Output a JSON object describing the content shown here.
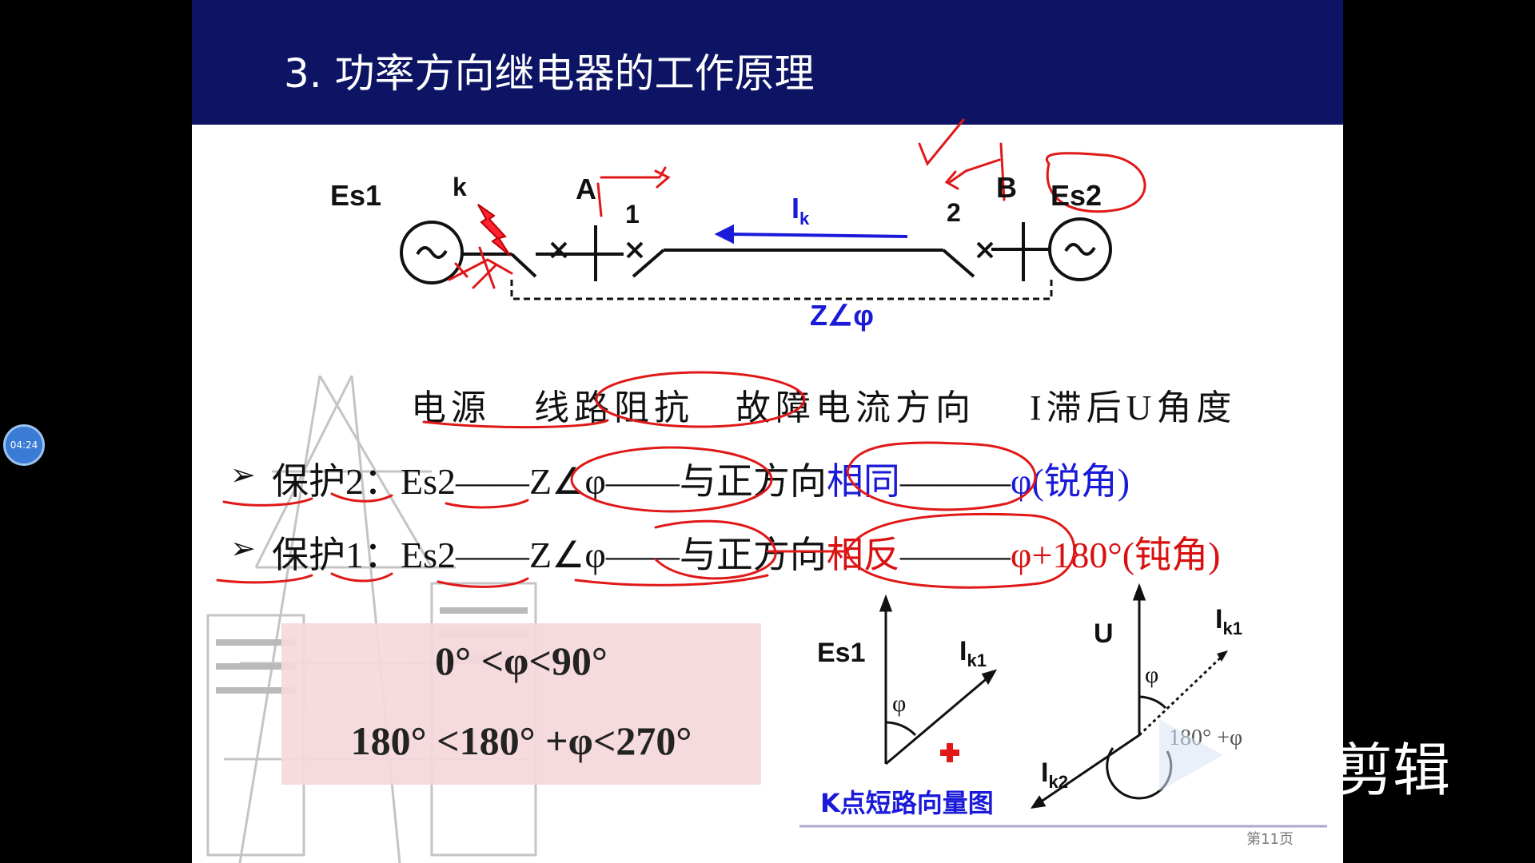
{
  "timer": "04:24",
  "slide": {
    "title": "3. 功率方向继电器的工作原理",
    "page_label": "第11页",
    "circuit": {
      "es1": "Es1",
      "es2": "Es2",
      "k": "k",
      "a": "A",
      "b": "B",
      "n1": "1",
      "n2": "2",
      "ik": "I",
      "ik_sub": "k",
      "z": "Z∠φ"
    },
    "table": {
      "headers": [
        "电源",
        "线路阻抗",
        "故障电流方向",
        "I滞后U角度"
      ],
      "rows": [
        {
          "label": "保护2：",
          "source": "Es2",
          "impedance": "Z∠φ",
          "dir_prefix": "与正方向",
          "dir_colored": "相同",
          "angle": "φ(锐角)"
        },
        {
          "label": "保护1：",
          "source": "Es2",
          "impedance": "Z∠φ",
          "dir_prefix": "与正方向",
          "dir_colored": "相反",
          "angle": "φ+180°(钝角)"
        }
      ]
    },
    "ranges": {
      "line1": "0° <φ<90°",
      "line2": "180° <180° +φ<270°"
    },
    "vector1": {
      "es1": "Es1",
      "ik1": "I",
      "ik1_sub": "k1",
      "phi": "φ",
      "caption": "K点短路向量图"
    },
    "vector2": {
      "u": "U",
      "ik1": "I",
      "ik1_sub": "k1",
      "ik2": "I",
      "ik2_sub": "k2",
      "phi": "φ",
      "angle_text": "180° +φ"
    }
  },
  "overlay": {
    "brand_text": "剪辑"
  },
  "colors": {
    "title_bg": "#0d1464",
    "annotation": "#e01818",
    "accent_blue": "#1a1ad8"
  }
}
